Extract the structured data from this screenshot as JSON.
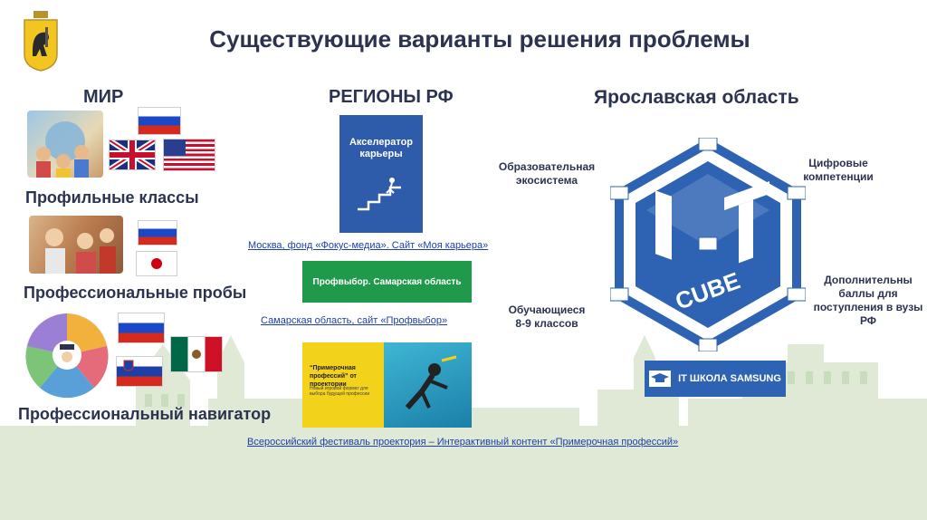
{
  "title": "Существующие варианты решения проблемы",
  "columns": {
    "world": "МИР",
    "regions": "РЕГИОНЫ РФ",
    "yaroslavl": "Ярославская область"
  },
  "left": {
    "profile_classes": "Профильные классы",
    "professional_trials": "Профессиональные пробы",
    "professional_navigator": "Профессиональный навигатор"
  },
  "middle": {
    "accelerator_card": "Акселератор карьеры",
    "link_moscow": "Москва, фонд «Фокус-медиа». Сайт «Моя карьера»",
    "profvybor_banner": "Профвыбор. Самарская область",
    "link_samara": "Самарская область, сайт «Профвыбор»",
    "banner_text": "“Примерочная профессий” от проектории",
    "banner_small": "Новый игровой формат для выбора будущей профессии",
    "link_festival": "Всероссийский фестиваль проектория – Интерактивный контент «Примерочная профессий»",
    "edu_ecosystem": "Образовательная экосистема",
    "students": "Обучающиеся 8-9 классов"
  },
  "right": {
    "digital_competences": "Цифровые компетенции",
    "extra_points": "Дополнительны баллы для поступления в вузы РФ",
    "cube_text": "CUBE",
    "cube_letters": "IT",
    "samsung_school": "IT ШКОЛА SAMSUNG"
  },
  "colors": {
    "title": "#2b3350",
    "link": "#1d3fa8",
    "cube_blue": "#2e63b3",
    "green_banner": "#1f9a4a",
    "yellow_banner": "#f2d21b",
    "skyline": "#d9e6cf"
  },
  "icons": {
    "emblem": "yaroslavl-bear-emblem-icon",
    "accelerator": "stairs-icon",
    "samsung": "graduation-cap-icon",
    "diver": "diver-icon"
  }
}
